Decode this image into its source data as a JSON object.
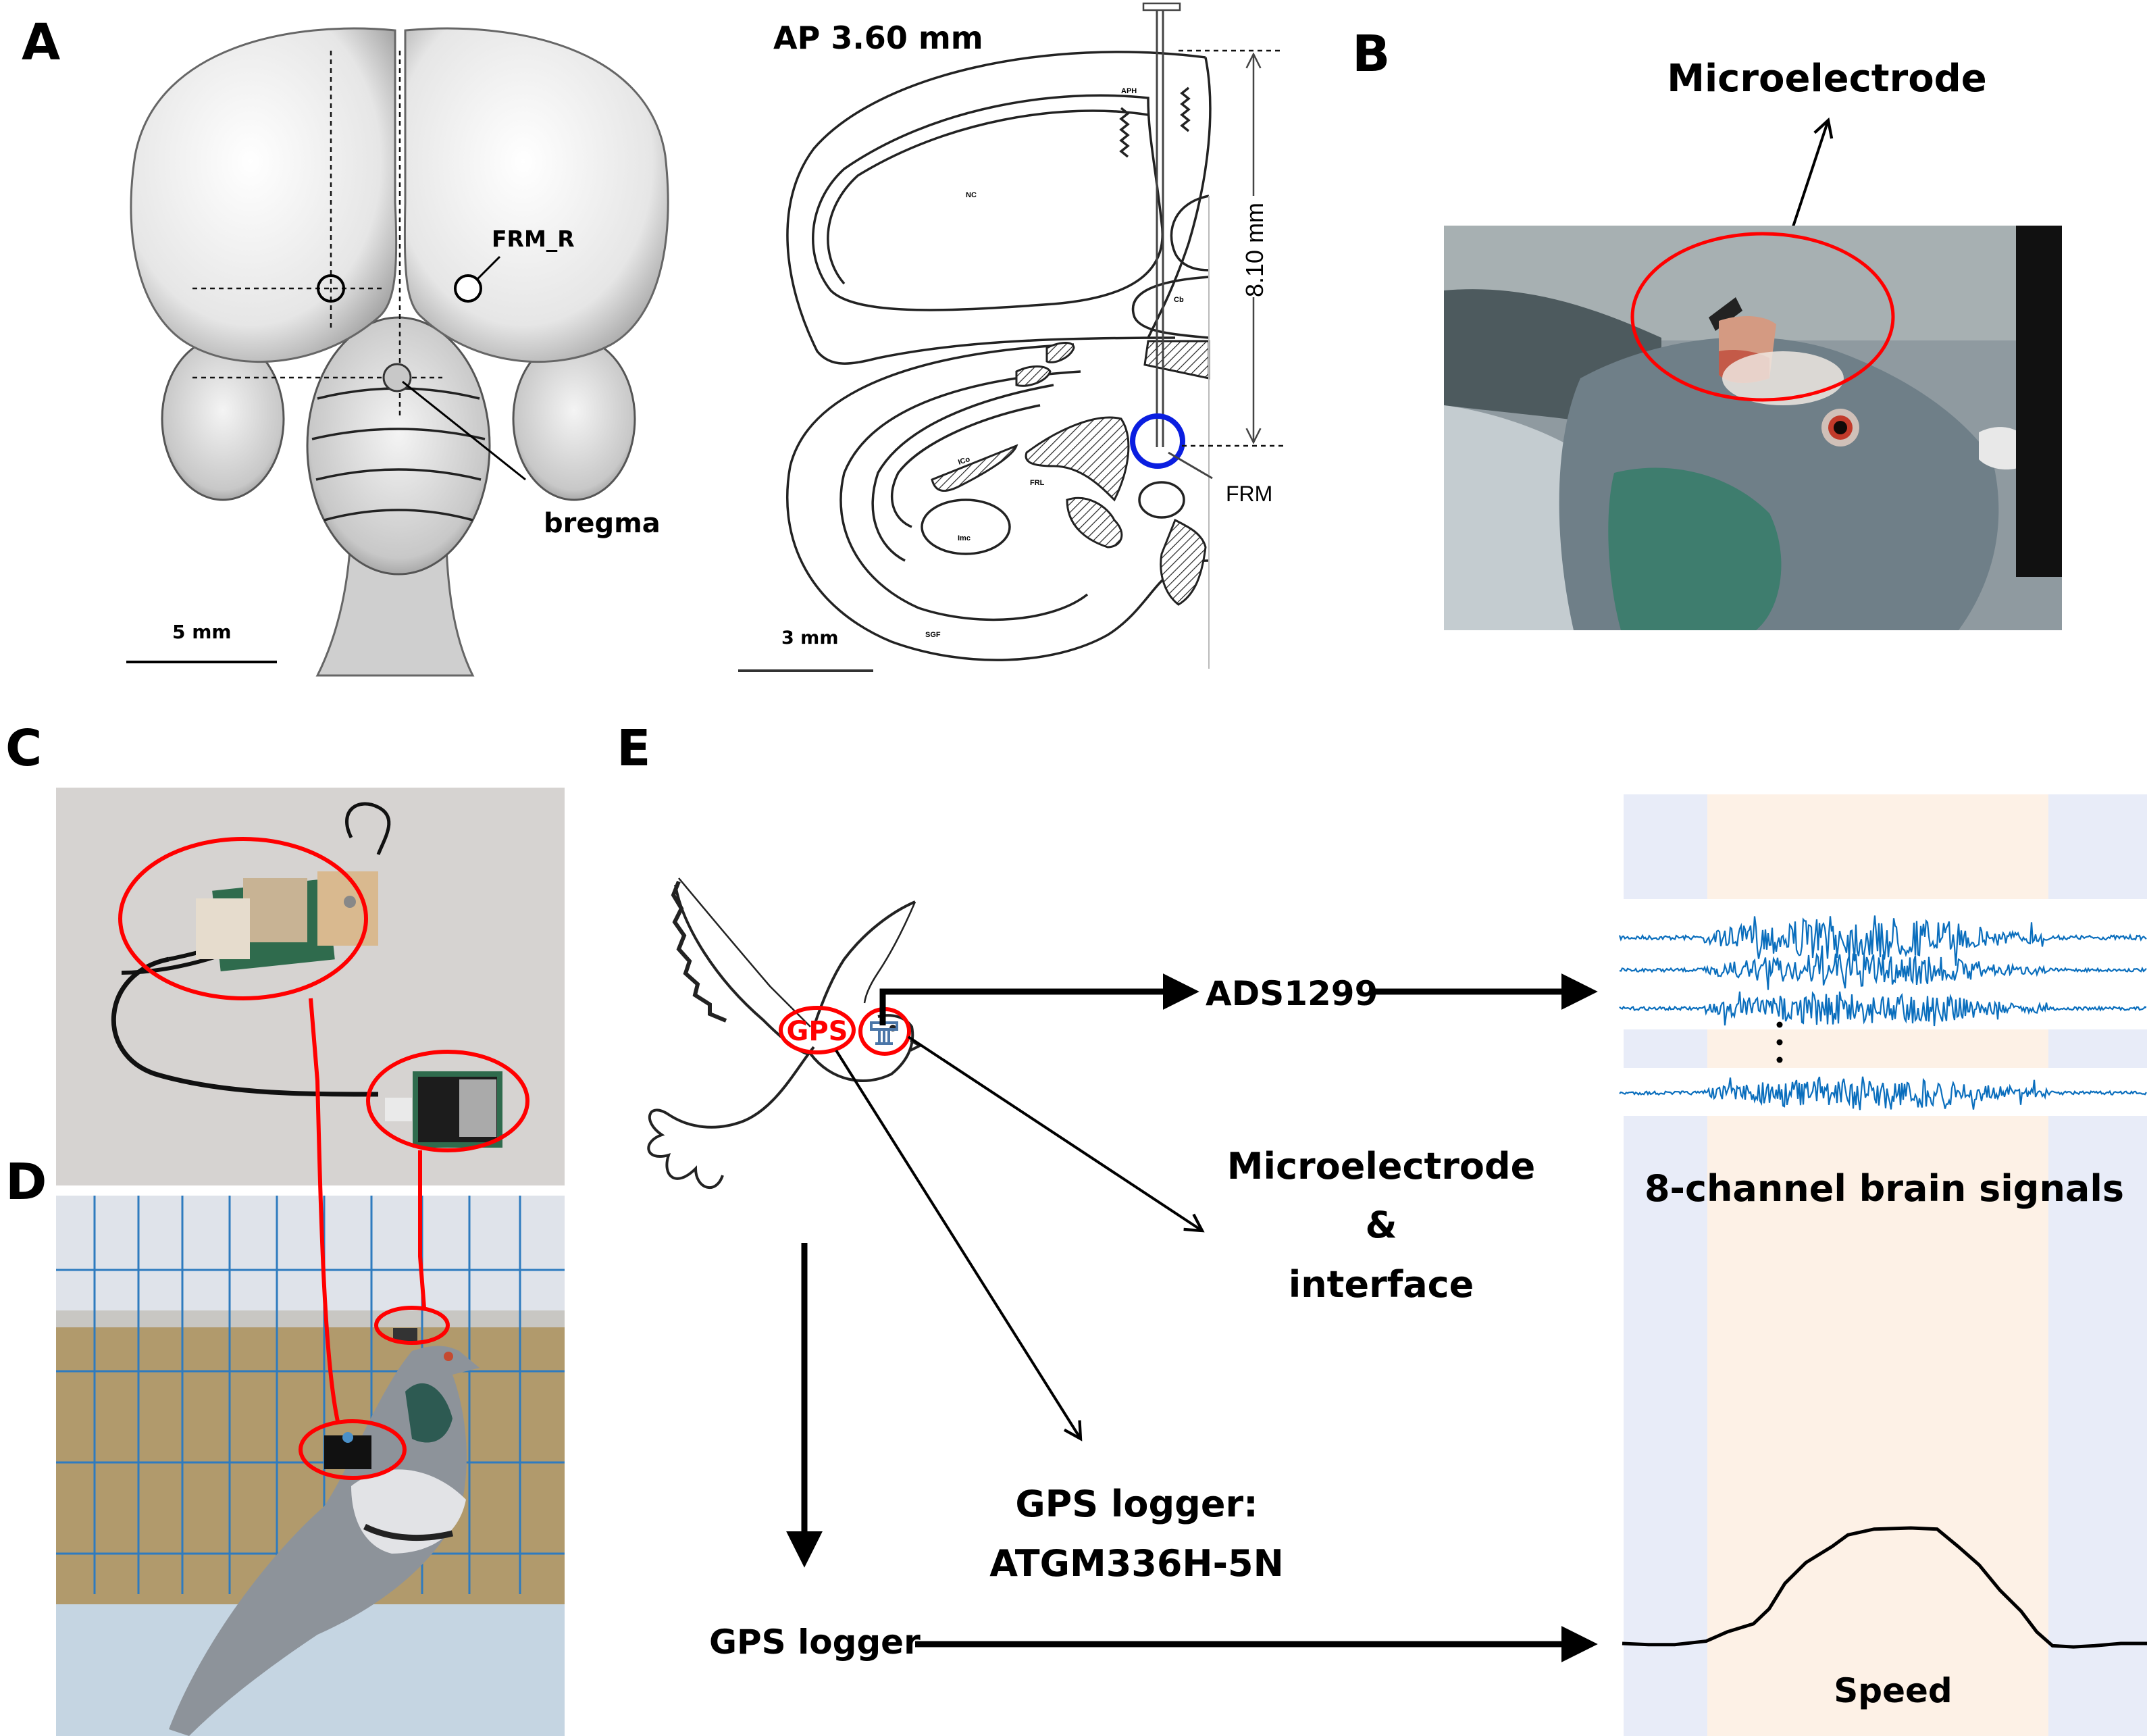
{
  "figure": {
    "panels": {
      "A": {
        "label": "A",
        "dorsal_view": {
          "site_label": "FRM_R",
          "reference_label": "bregma",
          "scale_bar_label": "5 mm"
        },
        "coronal_section": {
          "title": "AP 3.60 mm",
          "depth_label": "8.10 mm",
          "target_label": "FRM",
          "scale_bar_label": "3 mm",
          "region_labels": [
            "APH",
            "NC",
            "Cb",
            "ICo",
            "FRL",
            "Imc",
            "SGF"
          ],
          "target_circle_color": "#0a1ee0"
        }
      },
      "B": {
        "label": "B",
        "callout": "Microelectrode",
        "highlight_color": "#ff0000"
      },
      "C": {
        "label": "C"
      },
      "D": {
        "label": "D"
      },
      "E": {
        "label": "E",
        "bird_tags": {
          "gps": "GPS"
        },
        "acquisition_chip": "ADS1299",
        "electrode_callout": [
          "Microelectrode",
          "&",
          "interface"
        ],
        "gps_callout": [
          "GPS logger:",
          "ATGM336H-5N"
        ],
        "gps_flow_label": "GPS logger",
        "signals_title": "8-channel brain signals",
        "speed_label": "Speed",
        "colors": {
          "rest_band": "#e8ecf8",
          "flight_band": "#fdf1e6",
          "signal": "#0a6ebd",
          "tag_ring": "#ff0000",
          "electrode_icon": "#4a76a8"
        }
      }
    }
  },
  "chart_data": {
    "type": "line",
    "title": "8-channel brain signals / Speed",
    "xlabel": "",
    "ylabel": "",
    "phases": [
      "rest",
      "flight",
      "rest"
    ],
    "phase_bounds_fraction": [
      0,
      0.16,
      0.81,
      1
    ],
    "channels_shown": 4,
    "channels_total": 8,
    "speed": {
      "name": "Speed",
      "x": [
        0,
        0.05,
        0.1,
        0.16,
        0.2,
        0.25,
        0.28,
        0.31,
        0.35,
        0.4,
        0.43,
        0.48,
        0.55,
        0.6,
        0.64,
        0.68,
        0.72,
        0.76,
        0.79,
        0.82,
        0.86,
        0.9,
        0.95,
        1.0
      ],
      "y": [
        0.0,
        -0.01,
        -0.01,
        0.02,
        0.1,
        0.17,
        0.3,
        0.52,
        0.7,
        0.84,
        0.94,
        0.99,
        1.0,
        0.99,
        0.84,
        0.68,
        0.46,
        0.28,
        0.1,
        -0.02,
        -0.03,
        -0.02,
        0.0,
        0.0
      ]
    }
  }
}
